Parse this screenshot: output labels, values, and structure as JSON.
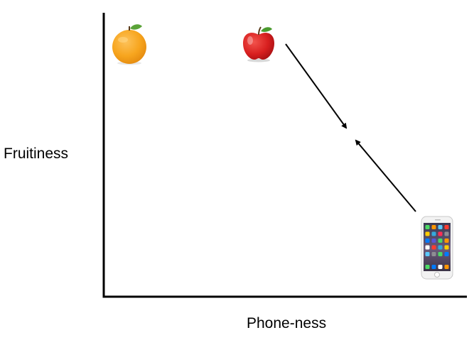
{
  "diagram": {
    "ylabel": "Fruitiness",
    "xlabel": "Phone-ness",
    "items": [
      {
        "name": "orange",
        "phone_ness": "low",
        "fruitiness": "high"
      },
      {
        "name": "apple",
        "phone_ness": "medium",
        "fruitiness": "high"
      },
      {
        "name": "smartphone",
        "phone_ness": "high",
        "fruitiness": "low"
      }
    ],
    "arrows": [
      {
        "from": "apple",
        "direction": "toward middle"
      },
      {
        "from": "smartphone",
        "direction": "toward middle"
      }
    ]
  }
}
